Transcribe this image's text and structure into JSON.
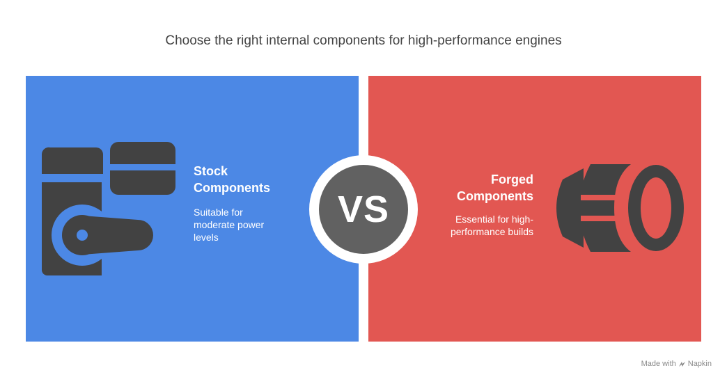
{
  "title": "Choose the right internal components for high-performance engines",
  "left": {
    "heading_line1": "Stock",
    "heading_line2": "Components",
    "desc_line1": "Suitable for",
    "desc_line2": "moderate power",
    "desc_line3": "levels",
    "icon": "engine-block-piston-icon",
    "color": "#4c88e5"
  },
  "right": {
    "heading_line1": "Forged",
    "heading_line2": "Components",
    "desc_line1": "Essential for high-",
    "desc_line2": "performance builds",
    "icon": "forged-ring-icon",
    "color": "#e25752"
  },
  "vs_label": "VS",
  "footer": {
    "made_with": "Made with",
    "brand": "Napkin"
  }
}
